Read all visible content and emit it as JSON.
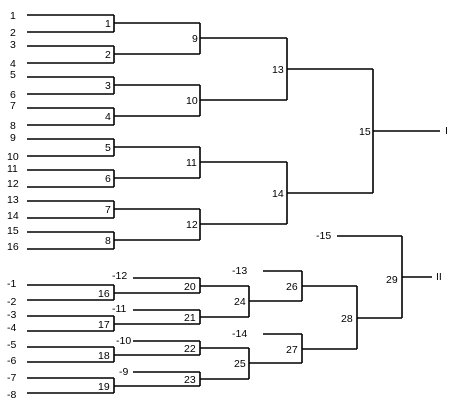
{
  "seeds_upper": [
    "1",
    "2",
    "3",
    "4",
    "5",
    "6",
    "7",
    "8",
    "9",
    "10",
    "11",
    "12",
    "13",
    "14",
    "15",
    "16"
  ],
  "seeds_lower": [
    "-1",
    "-2",
    "-3",
    "-4",
    "-5",
    "-6",
    "-7",
    "-8"
  ],
  "match_labels": {
    "m1": "1",
    "m2": "2",
    "m3": "3",
    "m4": "4",
    "m5": "5",
    "m6": "6",
    "m7": "7",
    "m8": "8",
    "m9": "9",
    "m10": "10",
    "m11": "11",
    "m12": "12",
    "m13": "13",
    "m14": "14",
    "m15": "15",
    "m16": "16",
    "m17": "17",
    "m18": "18",
    "m19": "19",
    "m20": "20",
    "m21": "21",
    "m22": "22",
    "m23": "23",
    "m24": "24",
    "m25": "25",
    "m26": "26",
    "m27": "27",
    "m28": "28",
    "m29": "29"
  },
  "loser_entries": {
    "l12": "-12",
    "l11": "-11",
    "l10": "-10",
    "l9": "-9",
    "l13": "-13",
    "l14": "-14",
    "l15": "-15"
  },
  "places": {
    "first": "I",
    "second": "II"
  }
}
